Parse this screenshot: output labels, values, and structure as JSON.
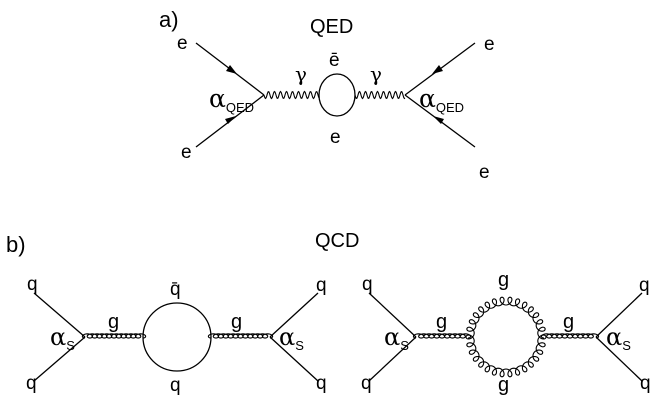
{
  "panel_a": {
    "tag": "a)",
    "title": "QED",
    "fermion": "e",
    "antifermion": "ē",
    "boson": "γ",
    "coupling_base": "α",
    "coupling_sub": "QED"
  },
  "panel_b": {
    "tag": "b)",
    "title": "QCD",
    "quark": "q",
    "antiquark": "q̄",
    "gluon": "g",
    "coupling_base": "α",
    "coupling_sub": "S"
  }
}
